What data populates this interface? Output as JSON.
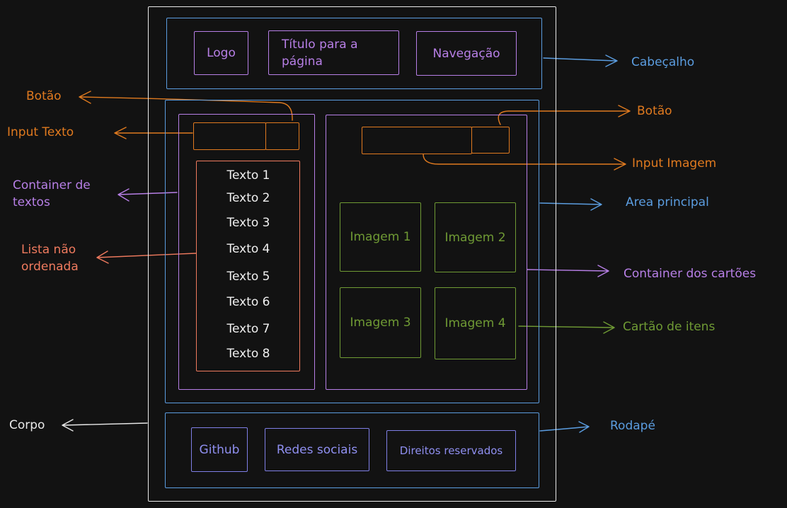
{
  "colors": {
    "background": "#121212",
    "body": "#e8e8e8",
    "blue": "#5b9de0",
    "purple": "#b77fe6",
    "orange": "#e07a1f",
    "salmon": "#ef7a5e",
    "green": "#6f9a34",
    "white": "#f0f0f0"
  },
  "header": {
    "logo": "Logo",
    "title": "Título para a página",
    "nav": "Navegação"
  },
  "text_list": [
    "Texto 1",
    "Texto 2",
    "Texto 3",
    "Texto 4",
    "Texto 5",
    "Texto 6",
    "Texto 7",
    "Texto 8"
  ],
  "cards": [
    "Imagem 1",
    "Imagem 2",
    "Imagem 3",
    "Imagem 4"
  ],
  "footer": {
    "github": "Github",
    "social": "Redes sociais",
    "rights": "Direitos reservados"
  },
  "annotations": {
    "button_left": "Botão",
    "input_text": "Input Texto",
    "container_texts": "Container de textos",
    "unordered_list": "Lista não ordenada",
    "body": "Corpo",
    "header": "Cabeçalho",
    "button_right": "Botão",
    "input_image": "Input Imagem",
    "main_area": "Area principal",
    "cards_container": "Container dos cartões",
    "item_card": "Cartão de itens",
    "footer": "Rodapé"
  }
}
